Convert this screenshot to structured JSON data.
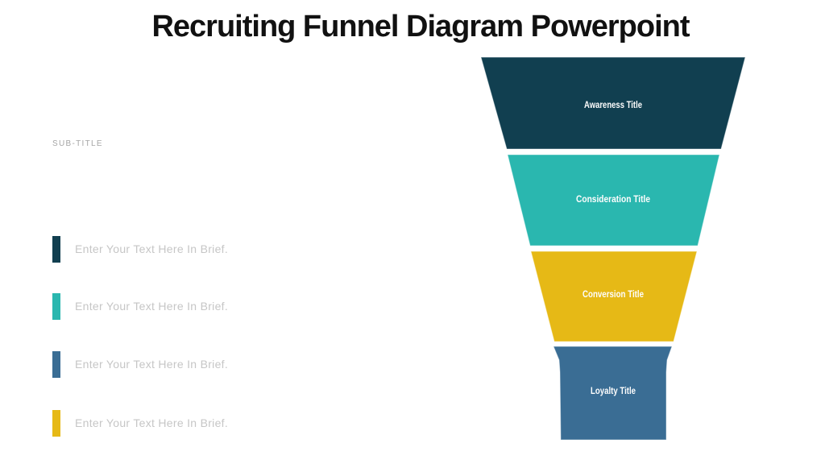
{
  "slide": {
    "title": "Recruiting Funnel Diagram Powerpoint",
    "subtitle": "SUB-TITLE",
    "background_color": "#ffffff",
    "title_color": "#111111"
  },
  "placeholders": [
    {
      "text": "Enter Your Text Here In Brief.",
      "color": "#113F50"
    },
    {
      "text": "Enter Your Text Here In Brief.",
      "color": "#2AB7AF"
    },
    {
      "text": "Enter Your Text Here In Brief.",
      "color": "#3A6D94"
    },
    {
      "text": "Enter Your Text Here In Brief.",
      "color": "#E6B916"
    }
  ],
  "funnel": {
    "type": "funnel",
    "stages": [
      {
        "label": "Awareness Title",
        "color": "#113F50"
      },
      {
        "label": "Consideration Title",
        "color": "#2AB7AF"
      },
      {
        "label": "Conversion Title",
        "color": "#E6B916"
      },
      {
        "label": "Loyalty Title",
        "color": "#3A6D94"
      }
    ],
    "label_text_color": "#ffffff"
  }
}
